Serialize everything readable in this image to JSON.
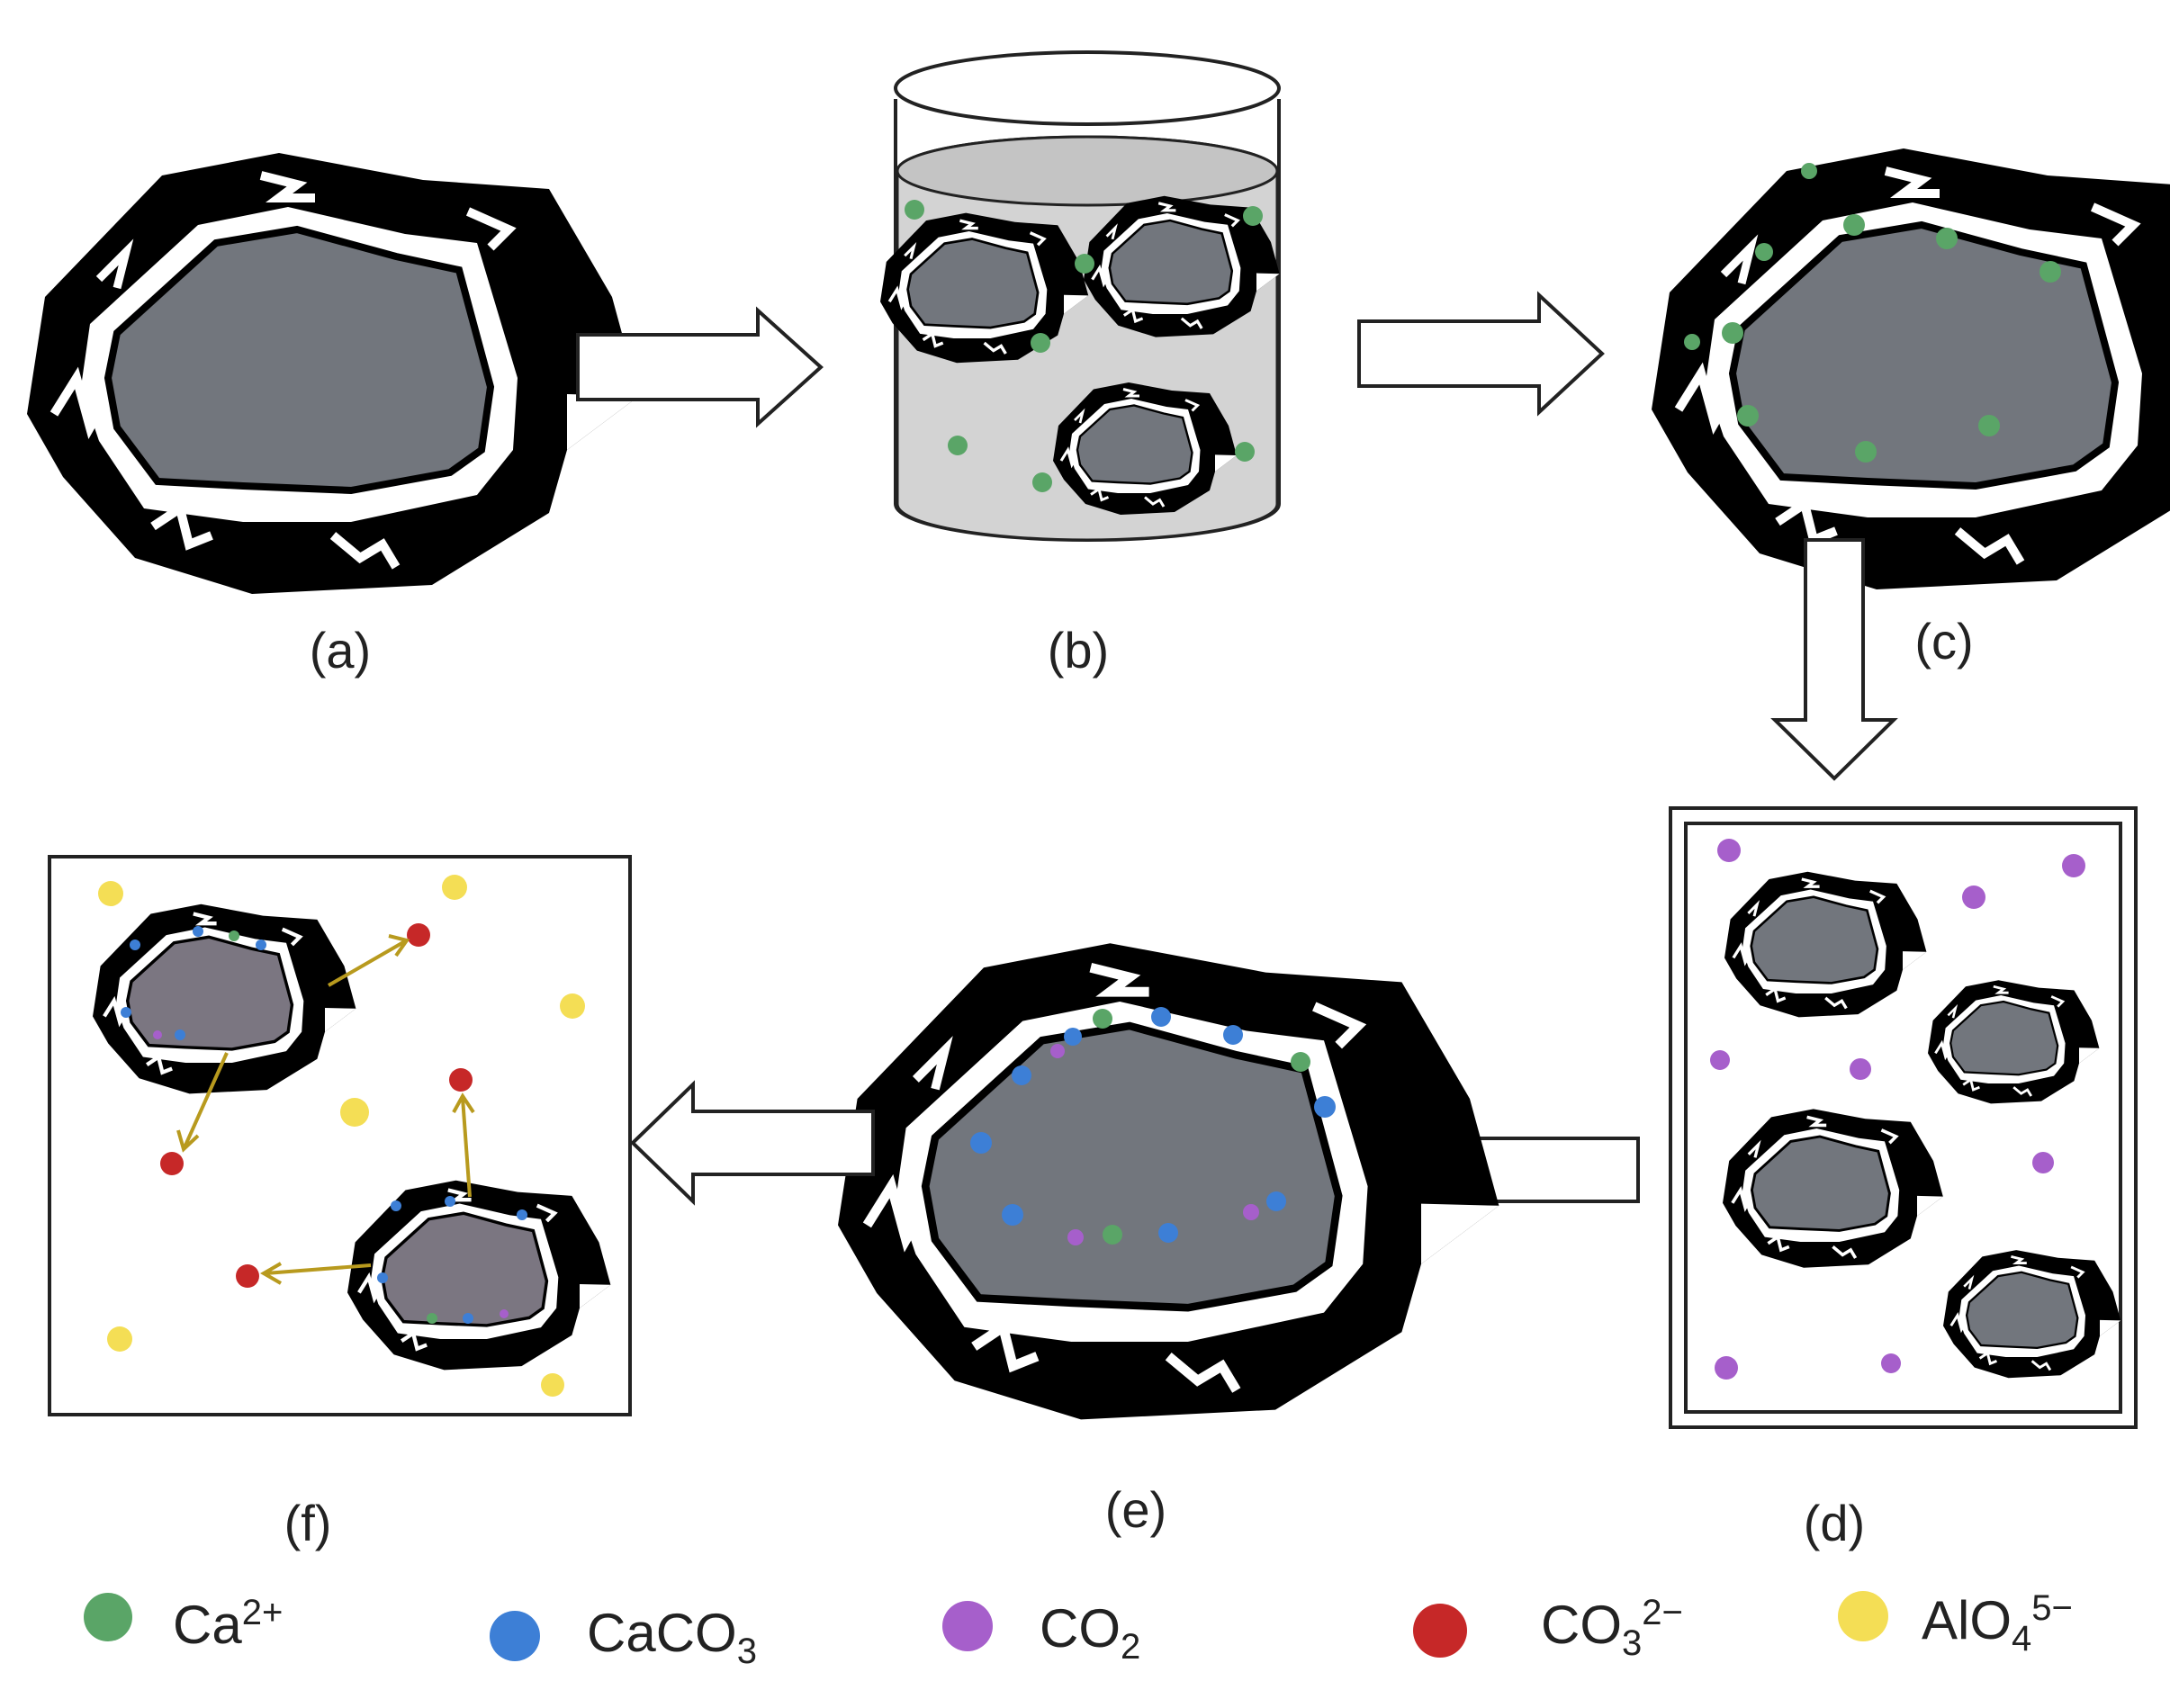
{
  "panels": {
    "a": "(a)",
    "b": "(b)",
    "c": "(c)",
    "d": "(d)",
    "e": "(e)",
    "f": "(f)"
  },
  "legend": {
    "ca_ion": {
      "base": "Ca",
      "sup": "2+",
      "color": "#5aa567"
    },
    "caco3": {
      "base": "CaCO",
      "sub": "3",
      "color": "#3d7fd6"
    },
    "co2": {
      "base": "CO",
      "sub": "2",
      "color": "#a65fcb"
    },
    "co3": {
      "base": "CO",
      "sub": "3",
      "sup": "2−",
      "color": "#c62828"
    },
    "alo4": {
      "base": "AlO",
      "sub": "4",
      "sup": "5−",
      "color": "#f4de55"
    }
  },
  "colors": {
    "aggregate_core": "#72767d",
    "aggregate_core_f": "#7b7681",
    "mortar_shell": "#000000",
    "gap_layer": "#ffffff",
    "solution": "#d3d3d3",
    "arrow_stroke": "#222222",
    "release_arrow": "#b89a1e"
  }
}
